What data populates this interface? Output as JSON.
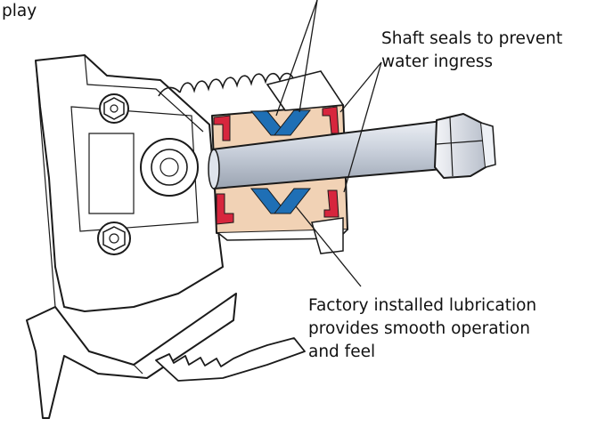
{
  "labels": {
    "play_fragment": "play",
    "shaft_seals": [
      "Shaft seals to prevent",
      "water ingress"
    ],
    "lubrication": [
      "Factory installed lubrication",
      "provides smooth operation",
      "and feel"
    ]
  },
  "colors": {
    "outline": "#1a1a1a",
    "seal_red": "#d7263d",
    "bearing_blue": "#1f6fb5",
    "housing_tan": "#f1d2b5",
    "shaft_gray": "#c9d0db",
    "bracket_fill": "#ffffff"
  },
  "icons": [
    "pedal-assembly-illustration"
  ]
}
